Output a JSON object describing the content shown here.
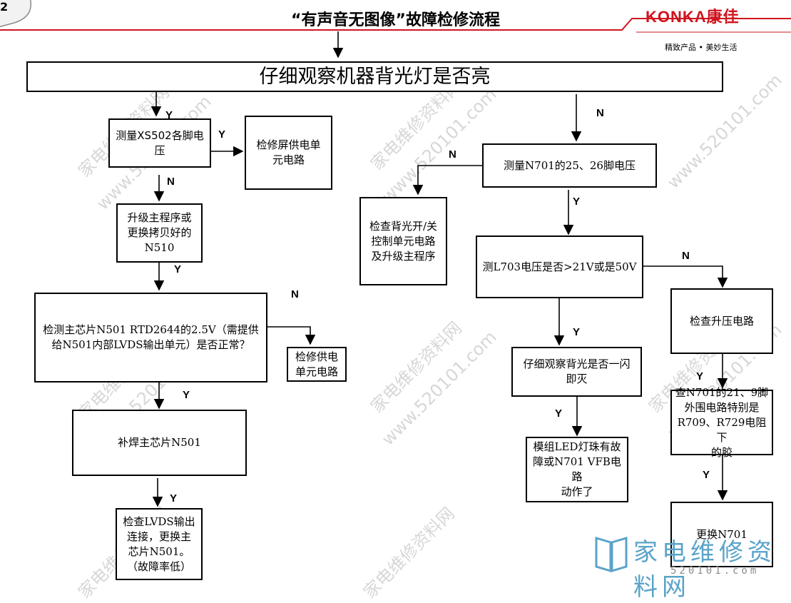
{
  "header": {
    "slide_number": "2",
    "title": "“有声音无图像”故障检修流程",
    "logo": "KONKA康佳",
    "tagline": "精致产品 • 美妙生活",
    "accent_color": "#d0141f"
  },
  "flow": {
    "start": "仔细观察机器背光灯是否亮",
    "n_xs502": "测量XS502各脚电\n压",
    "n_screen_power": "检修屏供电单\n元电路",
    "n_upgrade": "升级主程序或\n更换拷贝好的\nN510",
    "n_n501_check": "检测主芯片N501 RTD2644的2.5V（需提供\n给N501内部LVDS输出单元）是否正常？",
    "n_repair_power": "检修供电\n单元电路",
    "n_resolder": "补焊主芯片N501",
    "n_lvds": "检查LVDS输出\n连接，更换主\n芯片N501。\n（故障率低）",
    "n_n701": "测量N701的25、26脚电压",
    "n_backlight_ctrl": "检查背光开/关\n控制单元电路\n及升级主程序",
    "n_l703": "测L703电压是否>21V或是50V",
    "n_boost": "检查升压电路",
    "n_flash": "仔细观察背光是否一闪\n即灭",
    "n_n701_21": "查N701的21、9脚\n外围电路特别是\nR709、R729电阻下\n的胶",
    "n_led": "模组LED灯珠有故\n障或N701 VFB电路\n动作了",
    "n_replace": "更换N701"
  },
  "edge_labels": {
    "y1": "Y",
    "y2": "Y",
    "n1": "N",
    "y3": "Y",
    "n2": "N",
    "y4": "Y",
    "y5": "Y",
    "n3": "N",
    "n4": "N",
    "y6": "Y",
    "n5": "N",
    "y7": "Y",
    "y8": "Y",
    "y9": "Y",
    "y10": "Y"
  },
  "watermark": {
    "main": "家电维修资料网",
    "url": "520101.com",
    "diag_a": "家电维修资料网",
    "diag_b": "www.520101.com",
    "color": "#5aa3c8"
  }
}
